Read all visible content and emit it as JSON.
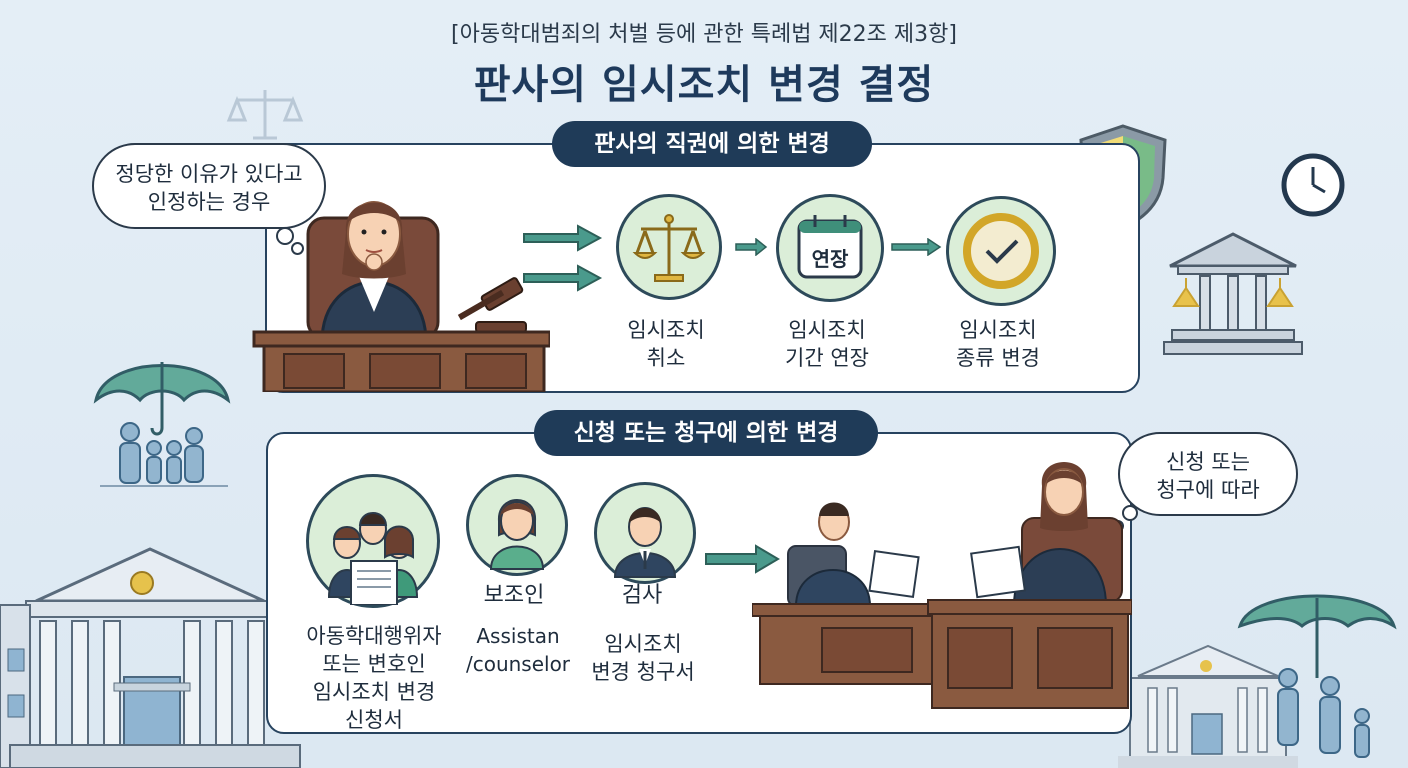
{
  "header": {
    "statute": "[아동학대범죄의 처벌 등에 관한 특례법 제22조 제3항]",
    "title": "판사의 임시조치 변경 결정"
  },
  "section1": {
    "label": "판사의 직권에 의한 변경",
    "bubble_line1": "정당한 이유가 있다고",
    "bubble_line2": "인정하는 경우",
    "steps": [
      {
        "icon": "scales-icon",
        "line1": "임시조치",
        "line2": "취소"
      },
      {
        "icon": "calendar-icon",
        "badge": "연장",
        "line1": "임시조치",
        "line2": "기간 연장"
      },
      {
        "icon": "clock-icon",
        "line1": "임시조치",
        "line2": "종류 변경"
      }
    ]
  },
  "section2": {
    "label": "신청 또는 청구에 의한 변경",
    "bubble_line1": "신청 또는",
    "bubble_line2": "청구에 따라",
    "parties": [
      {
        "icon": "group-people-icon",
        "name": "",
        "lines": [
          "아동학대행위자",
          "또는 변호인",
          "임시조치 변경",
          "신청서"
        ]
      },
      {
        "icon": "assistant-avatar-icon",
        "name": "보조인",
        "lines": [
          "Assistan",
          "/counselor"
        ]
      },
      {
        "icon": "prosecutor-avatar-icon",
        "name": "검사",
        "lines": [
          "임시조치",
          "변경 청구서"
        ]
      }
    ]
  },
  "colors": {
    "navy": "#1f3b58",
    "mint": "#dbeed8",
    "teal": "#4a9a8c",
    "gold": "#e0b640"
  }
}
